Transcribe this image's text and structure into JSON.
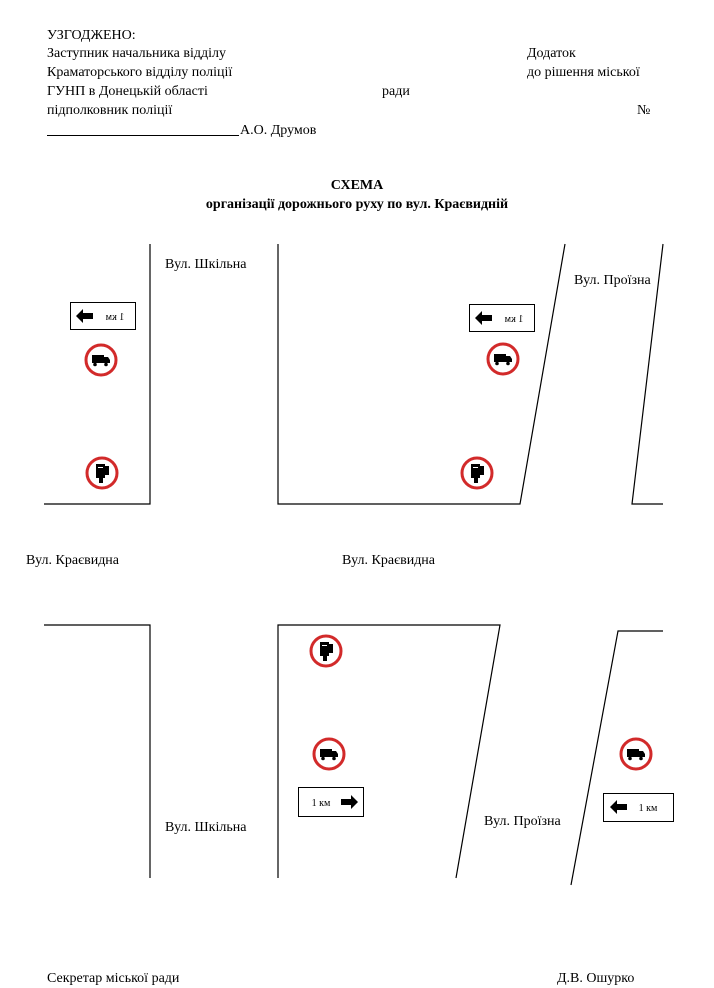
{
  "header": {
    "approved": "УЗГОДЖЕНО:",
    "line1": "Заступник начальника відділу",
    "line2": "Краматорського відділу поліції",
    "line3": "ГУНП в Донецькій області",
    "line4": "підполковник поліції",
    "signature_name": "А.О. Друмов",
    "appendix": "Додаток",
    "appendix_to": "до рішення міської",
    "appendix_council": "ради",
    "appendix_number": "№"
  },
  "title": {
    "line1": "СХЕМА",
    "line2": "організації дорожнього руху по вул. Краєвидній"
  },
  "streets": {
    "shkilna_top": "Вул. Шкільна",
    "proizna_top": "Вул. Проїзна",
    "kraievydna_left": "Вул. Краєвидна",
    "kraievydna_mid": "Вул. Краєвидна",
    "shkilna_bottom": "Вул. Шкільна",
    "proizna_bottom": "Вул. Проїзна"
  },
  "plates": {
    "p1": "1 км",
    "p2": "1 км",
    "p3": "1 км",
    "p4": "1 км"
  },
  "footer": {
    "secretary": "Секретар міської ради",
    "secretary_name": "Д.В. Ошурко"
  },
  "colors": {
    "sign_red": "#d22a2a",
    "ink": "#000000"
  },
  "icons": [
    "no-trucks-sign-icon",
    "no-dangerous-goods-sign-icon",
    "arrow-left-icon",
    "arrow-right-icon"
  ]
}
